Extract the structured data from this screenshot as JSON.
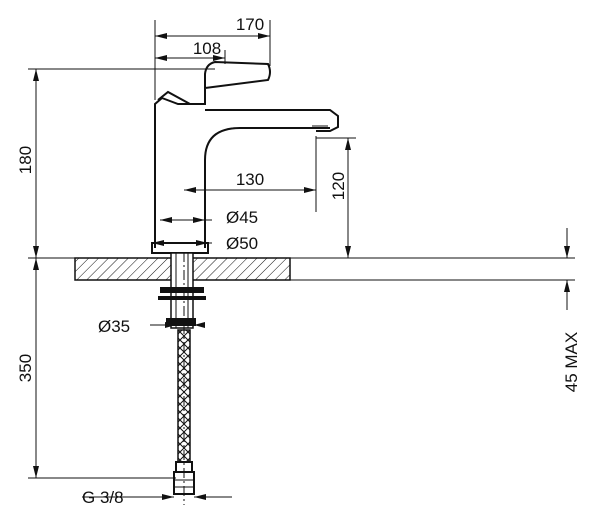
{
  "dimensions": {
    "width_total": "170",
    "handle_reach": "108",
    "spout_reach": "130",
    "diameter_45": "Ø45",
    "diameter_50": "Ø50",
    "height_total": "180",
    "spout_height": "120",
    "hose_length": "350",
    "hole_diameter": "Ø35",
    "max_thickness": "45 MAX",
    "connection_thread": "G 3/8"
  }
}
